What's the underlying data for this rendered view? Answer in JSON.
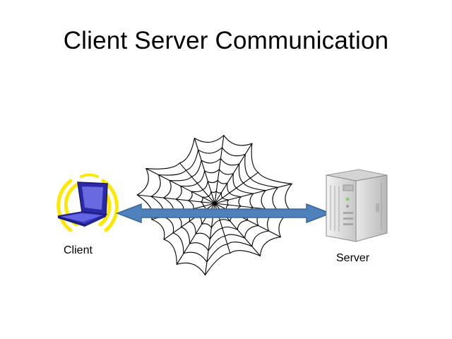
{
  "slide": {
    "title": "Client Server Communication"
  },
  "diagram": {
    "nodes": [
      {
        "id": "client",
        "label": "Client",
        "icon": "laptop-icon"
      },
      {
        "id": "server",
        "label": "Server",
        "icon": "server-tower-icon"
      }
    ],
    "connection": {
      "from": "client",
      "to": "server",
      "direction": "bidirectional",
      "medium_icon": "web-icon"
    }
  },
  "colors": {
    "arrow": "#4f81bd",
    "arrow_outline": "#3a6799",
    "laptop_body": "#2a2aa8",
    "signal_waves": "#ffe800",
    "server_body": "#e4e4e4"
  }
}
